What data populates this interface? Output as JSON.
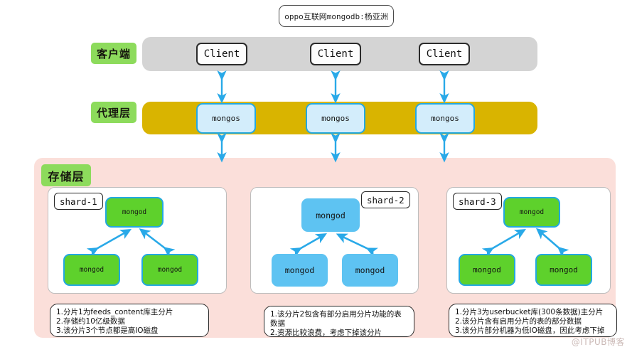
{
  "title": {
    "text": "oppo互联网mongodb:杨亚洲"
  },
  "layers": {
    "client": {
      "label": "客户端",
      "band_color": "#d4d4d4",
      "nodes": [
        {
          "label": "Client"
        },
        {
          "label": "Client"
        },
        {
          "label": "Client"
        }
      ]
    },
    "proxy": {
      "label": "代理层",
      "band_color": "#d9b400",
      "nodes": [
        {
          "label": "mongos"
        },
        {
          "label": "mongos"
        },
        {
          "label": "mongos"
        }
      ]
    },
    "storage": {
      "label": "存储层",
      "panel_color": "#fbdfda",
      "shards": [
        {
          "tag": "shard-1",
          "node_color": "#5ed12c",
          "nodes": [
            {
              "label": "mongod"
            },
            {
              "label": "mongod"
            },
            {
              "label": "mongod"
            }
          ],
          "notes": [
            "1.分片1为feeds_content库主分片",
            "2.存储约10亿级数据",
            "3.该分片3个节点都是高IO磁盘"
          ]
        },
        {
          "tag": "shard-2",
          "node_color": "#5ec3f2",
          "nodes": [
            {
              "label": "mongod"
            },
            {
              "label": "mongod"
            },
            {
              "label": "mongod"
            }
          ],
          "notes": [
            "1.该分片2包含有部分启用分片功能的表数据",
            "2.资源比较浪费，考虑下掉该分片"
          ]
        },
        {
          "tag": "shard-3",
          "node_color": "#5ed12c",
          "nodes": [
            {
              "label": "mongod"
            },
            {
              "label": "mongod"
            },
            {
              "label": "mongod"
            }
          ],
          "notes": [
            "1.分片3为userbucket库(300条数据)主分片",
            "2.该分片含有启用分片的表的部分数据",
            "3.该分片部分机器为低IO磁盘，因此考虑下掉"
          ]
        }
      ]
    }
  },
  "accent_colors": {
    "arrow": "#29a9e8",
    "label_pill": "#8ddb5c",
    "node_border": "#23a8e0"
  },
  "watermark": {
    "text": "@ITPUB博客"
  }
}
